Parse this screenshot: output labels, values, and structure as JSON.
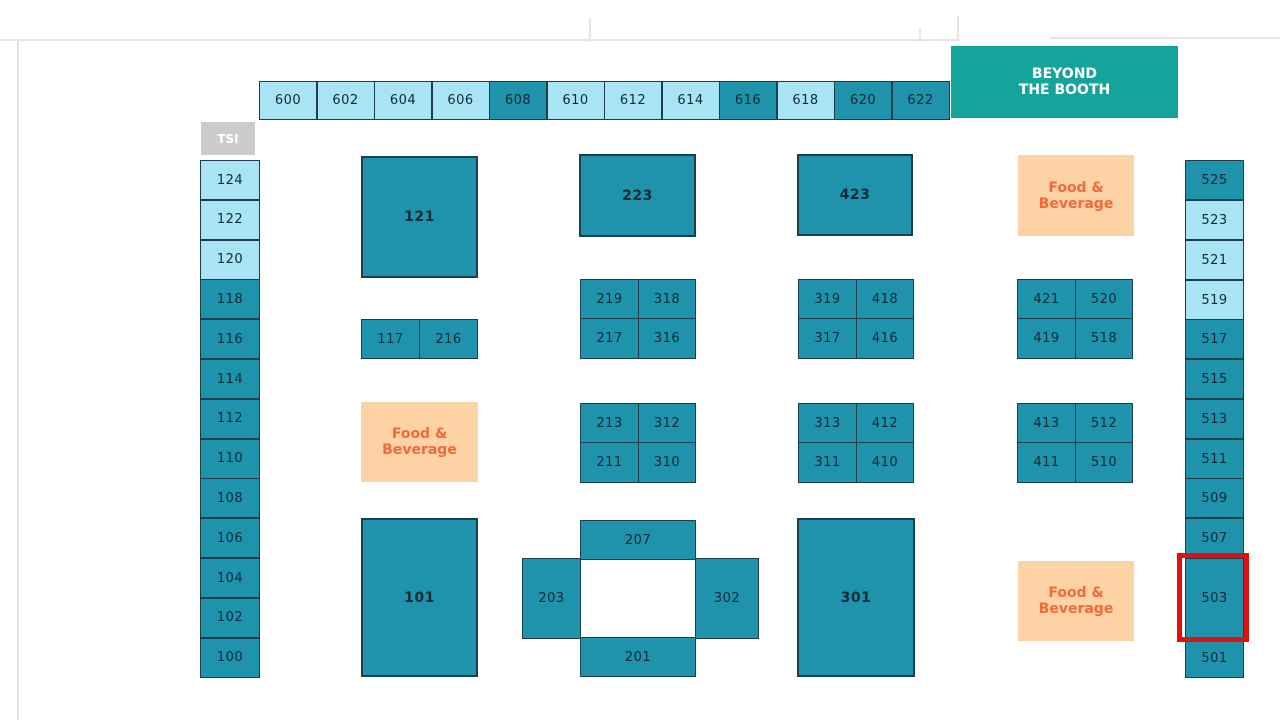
{
  "labels": {
    "tsi": "TSI",
    "beyond_booth": "BEYOND\nTHE BOOTH",
    "food_beverage": "Food &\nBeverage"
  },
  "colors": {
    "light_booth": "#a9e4f4",
    "dark_booth": "#1f93ab",
    "food_beverage_bg": "#fdd2a4",
    "food_beverage_text": "#f06a3c",
    "beyond_booth_bg": "#14a49b",
    "tsi_bg": "#cccccc",
    "highlight": "#e01010"
  },
  "top_row": [
    {
      "id": "600",
      "tone": "light"
    },
    {
      "id": "602",
      "tone": "light"
    },
    {
      "id": "604",
      "tone": "light"
    },
    {
      "id": "606",
      "tone": "light"
    },
    {
      "id": "608",
      "tone": "dark"
    },
    {
      "id": "610",
      "tone": "light"
    },
    {
      "id": "612",
      "tone": "light"
    },
    {
      "id": "614",
      "tone": "light"
    },
    {
      "id": "616",
      "tone": "dark"
    },
    {
      "id": "618",
      "tone": "light"
    },
    {
      "id": "620",
      "tone": "dark"
    },
    {
      "id": "622",
      "tone": "dark"
    }
  ],
  "left_column": [
    {
      "id": "124",
      "tone": "light"
    },
    {
      "id": "122",
      "tone": "light"
    },
    {
      "id": "120",
      "tone": "light"
    },
    {
      "id": "118",
      "tone": "dark"
    },
    {
      "id": "116",
      "tone": "dark"
    },
    {
      "id": "114",
      "tone": "dark"
    },
    {
      "id": "112",
      "tone": "dark"
    },
    {
      "id": "110",
      "tone": "dark"
    },
    {
      "id": "108",
      "tone": "dark"
    },
    {
      "id": "106",
      "tone": "dark"
    },
    {
      "id": "104",
      "tone": "dark"
    },
    {
      "id": "102",
      "tone": "dark"
    },
    {
      "id": "100",
      "tone": "dark"
    }
  ],
  "right_column": [
    {
      "id": "525",
      "tone": "dark"
    },
    {
      "id": "523",
      "tone": "light"
    },
    {
      "id": "521",
      "tone": "light"
    },
    {
      "id": "519",
      "tone": "light"
    },
    {
      "id": "517",
      "tone": "dark"
    },
    {
      "id": "515",
      "tone": "dark"
    },
    {
      "id": "513",
      "tone": "dark"
    },
    {
      "id": "511",
      "tone": "dark"
    },
    {
      "id": "509",
      "tone": "dark"
    },
    {
      "id": "507",
      "tone": "dark"
    },
    {
      "id": "503",
      "tone": "dark"
    },
    {
      "id": "501",
      "tone": "dark"
    }
  ],
  "big_booths": [
    "121",
    "223",
    "423",
    "101",
    "301"
  ],
  "cluster_booths": [
    "117",
    "216",
    "219",
    "318",
    "217",
    "316",
    "319",
    "418",
    "317",
    "416",
    "421",
    "520",
    "419",
    "518",
    "213",
    "312",
    "211",
    "310",
    "313",
    "412",
    "311",
    "410",
    "413",
    "512",
    "411",
    "510",
    "207",
    "203",
    "302",
    "201"
  ],
  "highlighted_booth": "503"
}
